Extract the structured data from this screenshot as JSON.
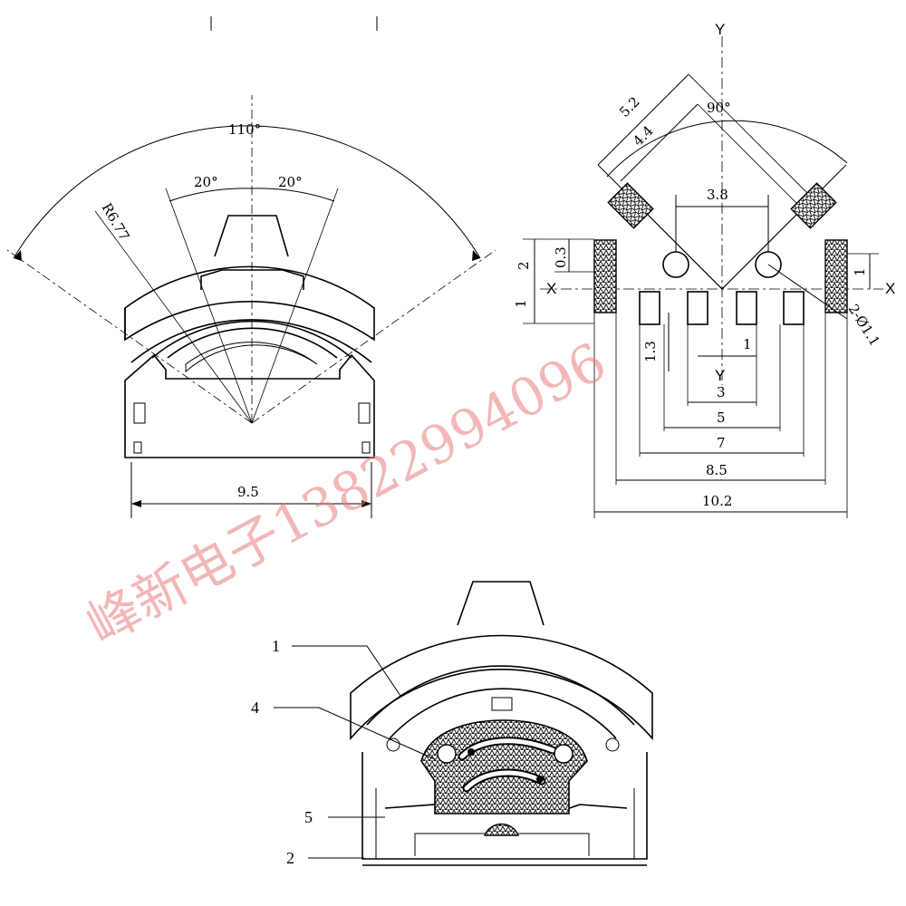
{
  "watermark": "峰新电子13822994096",
  "left_view": {
    "angle_total": "110°",
    "angle_left": "20°",
    "angle_right": "20°",
    "radius": "R6.77",
    "width": "9.5"
  },
  "right_view": {
    "axis_y_top": "Y",
    "axis_y_bottom": "Y",
    "axis_x_left": "X",
    "axis_x_right": "X",
    "dim_5_2": "5.2",
    "dim_4_4": "4.4",
    "angle_90": "90°",
    "dim_3_8": "3.8",
    "dim_2": "2",
    "dim_0_3": "0.3",
    "dim_1_left": "1",
    "dim_1_right": "1",
    "hole_spec": "2-Ø1.1",
    "dim_1_3": "1.3",
    "dim_1_center": "1",
    "dim_3": "3",
    "dim_5": "5",
    "dim_7": "7",
    "dim_8_5": "8.5",
    "dim_10_2": "10.2"
  },
  "bottom_view": {
    "callout_1": "1",
    "callout_4": "4",
    "callout_5": "5",
    "callout_2": "2"
  }
}
